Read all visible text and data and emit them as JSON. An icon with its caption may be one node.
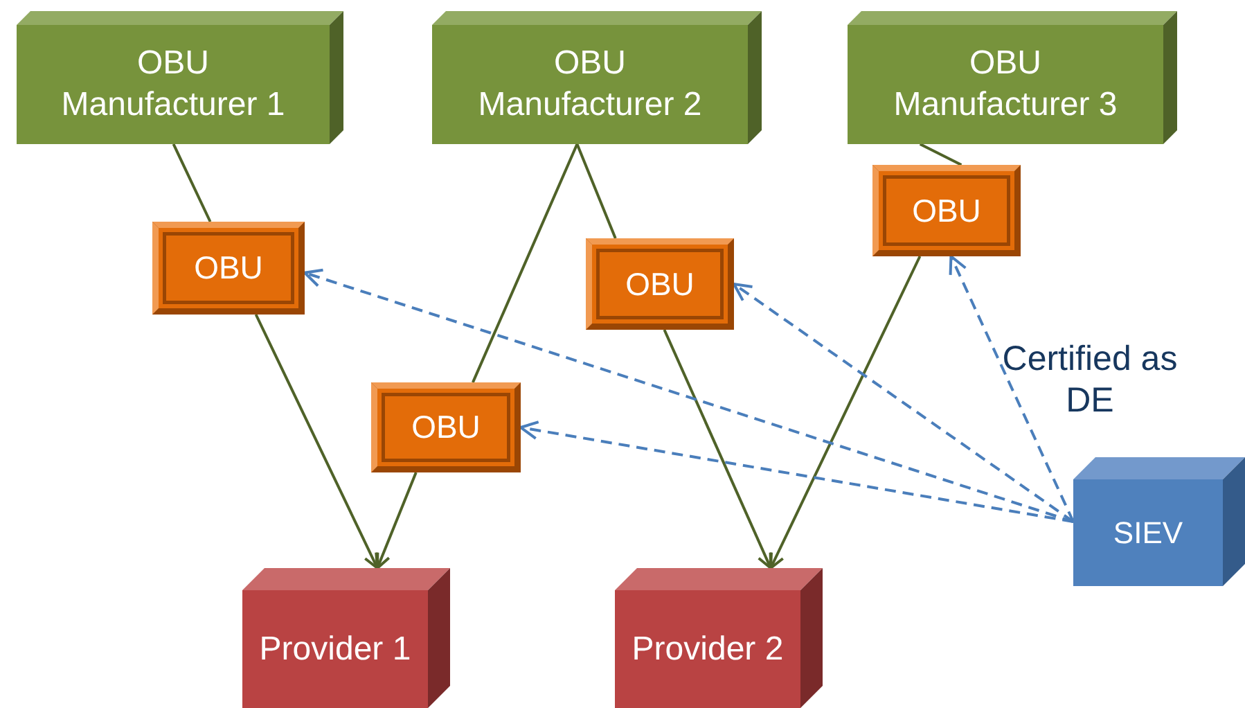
{
  "diagram": {
    "nodes": [
      {
        "text": [
          "OBU Manufacturer 1"
        ]
      },
      {
        "text": [
          "OBU Manufacturer 2"
        ]
      },
      {
        "text": [
          "OBU Manufacturer 3"
        ]
      },
      {
        "text": [
          "OBU"
        ]
      },
      {
        "text": [
          "OBU"
        ]
      },
      {
        "text": [
          "OBU"
        ]
      },
      {
        "text": [
          "OBU"
        ]
      },
      {
        "text": [
          "Provider 1"
        ]
      },
      {
        "text": [
          "Provider 2"
        ]
      },
      {
        "text": [
          "SIEV"
        ]
      }
    ],
    "edges": [
      {
        "from": 0,
        "to": 3,
        "arrow": "none"
      },
      {
        "from": 3,
        "to": 7,
        "arrow": "to"
      },
      {
        "from": 1,
        "to": 6,
        "arrow": "none"
      },
      {
        "from": 6,
        "to": 7,
        "arrow": "to"
      },
      {
        "from": 1,
        "to": 5,
        "arrow": "none"
      },
      {
        "from": 5,
        "to": 8,
        "arrow": "to"
      },
      {
        "from": 2,
        "to": 4,
        "arrow": "none"
      },
      {
        "from": 4,
        "to": 8,
        "arrow": "to"
      },
      {
        "from": 9,
        "to": 4,
        "arrow": "to",
        "style": "dashed",
        "color": "#4a7ebb"
      },
      {
        "from": 9,
        "to": 5,
        "arrow": "to",
        "style": "dashed",
        "color": "#4a7ebb"
      },
      {
        "from": 9,
        "to": 3,
        "arrow": "to",
        "style": "dashed",
        "color": "#4a7ebb"
      },
      {
        "from": 9,
        "to": 6,
        "arrow": "to",
        "style": "dashed",
        "color": "#4a7ebb"
      }
    ],
    "labels": [
      "Certified as DE"
    ]
  }
}
